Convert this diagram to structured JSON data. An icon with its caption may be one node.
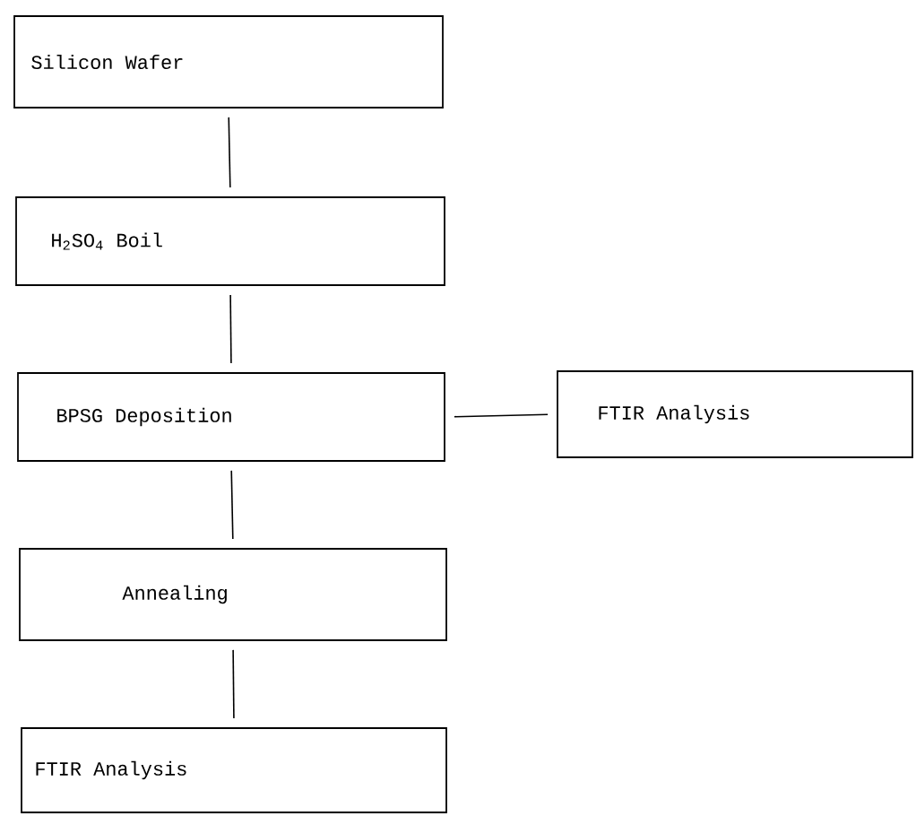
{
  "diagram": {
    "nodes": [
      {
        "text": [
          "Silicon Wafer"
        ]
      },
      {
        "text": [
          "H$_{2}$SO$_{4}$ Boil"
        ]
      },
      {
        "text": [
          "BPSG Deposition"
        ]
      },
      {
        "text": [
          "FTIR Analysis"
        ]
      },
      {
        "text": [
          "Annealing"
        ]
      },
      {
        "text": [
          "FTIR Analysis"
        ]
      }
    ],
    "edges": [
      {
        "from": 0,
        "to": 1,
        "arrow": "none"
      },
      {
        "from": 1,
        "to": 2,
        "arrow": "none"
      },
      {
        "from": 2,
        "to": 3,
        "arrow": "none"
      },
      {
        "from": 2,
        "to": 4,
        "arrow": "none"
      },
      {
        "from": 4,
        "to": 5,
        "arrow": "none"
      }
    ]
  }
}
